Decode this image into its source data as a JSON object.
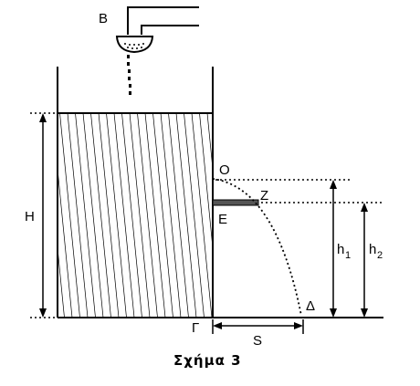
{
  "figure": {
    "labels": {
      "tap": "Β",
      "height_total": "Η",
      "point_o": "Ο",
      "point_z": "Ζ",
      "point_e": "Ε",
      "point_gamma": "Γ",
      "point_delta": "Δ",
      "distance_s": "S",
      "h1_base": "h",
      "h1_sub": "1",
      "h2_base": "h",
      "h2_sub": "2"
    },
    "caption": "Σχήμα 3"
  }
}
